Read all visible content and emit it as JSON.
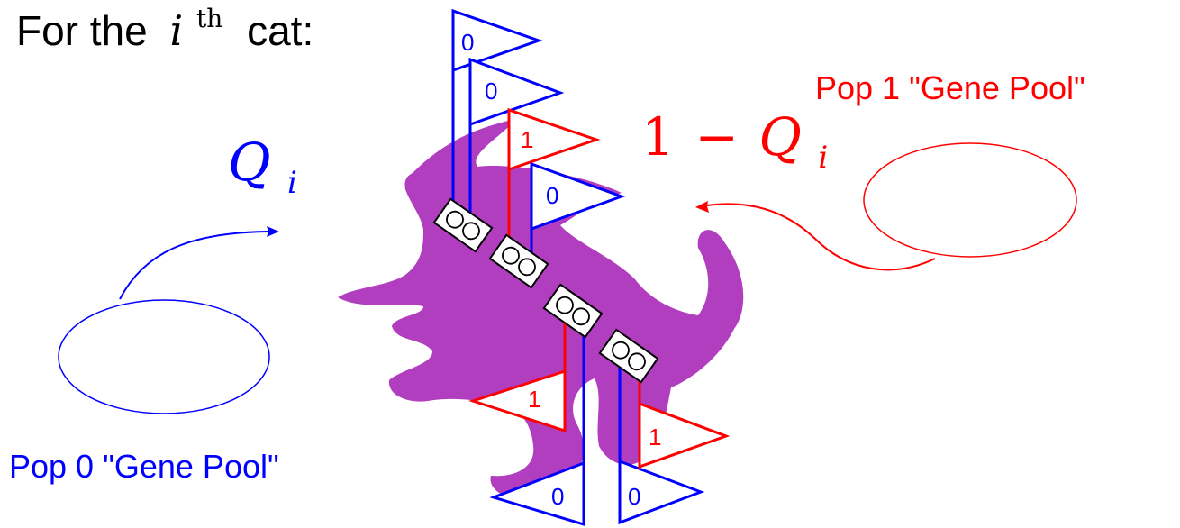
{
  "title": {
    "prefix": "For the",
    "var": "i",
    "sup": "th",
    "suffix": "cat:"
  },
  "pop0": {
    "label": "Pop 0 \"Gene Pool\"",
    "prob": {
      "var": "Q",
      "sub": "i"
    },
    "color": "#0000ff"
  },
  "pop1": {
    "label": "Pop 1 \"Gene Pool\"",
    "prob": {
      "one": "1",
      "minus": "−",
      "var": "Q",
      "sub": "i"
    },
    "color": "#ff0000"
  },
  "cat_color": "#b13dbf",
  "loci": [
    {
      "alleles": [
        "0",
        "0"
      ],
      "colors": [
        "#0000ff",
        "#0000ff"
      ]
    },
    {
      "alleles": [
        "1",
        "0"
      ],
      "colors": [
        "#ff0000",
        "#0000ff"
      ]
    },
    {
      "alleles": [
        "1",
        "0"
      ],
      "colors": [
        "#ff0000",
        "#0000ff"
      ]
    },
    {
      "alleles": [
        "0",
        "1"
      ],
      "colors": [
        "#0000ff",
        "#ff0000"
      ]
    }
  ]
}
